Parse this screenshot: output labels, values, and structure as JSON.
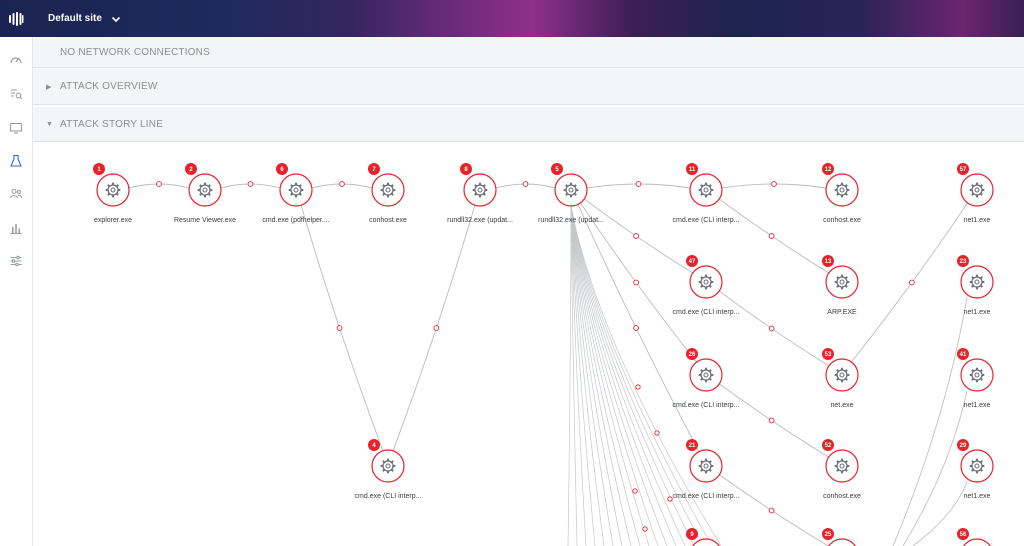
{
  "header": {
    "site_selector": "Default site",
    "colors": {
      "accent": "#e8222a"
    }
  },
  "sidebar": {
    "items": [
      {
        "icon": "gauge-icon"
      },
      {
        "icon": "search-list-icon"
      },
      {
        "icon": "monitor-icon"
      },
      {
        "icon": "flask-icon"
      },
      {
        "icon": "users-icon"
      },
      {
        "icon": "bar-chart-icon"
      },
      {
        "icon": "sliders-icon"
      }
    ]
  },
  "sections": {
    "network": "NO NETWORK CONNECTIONS",
    "overview": "ATTACK OVERVIEW",
    "storyline": "ATTACK STORY LINE"
  },
  "graph": {
    "nodes": [
      {
        "id": "n1",
        "badge": "1",
        "label": "explorer.exe"
      },
      {
        "id": "n2",
        "badge": "2",
        "label": "Resume Viewer.exe"
      },
      {
        "id": "n6",
        "badge": "6",
        "label": "cmd.exe (pdfhelper...."
      },
      {
        "id": "n7",
        "badge": "7",
        "label": "conhost.exe"
      },
      {
        "id": "n8",
        "badge": "8",
        "label": "rundll32.exe (updat..."
      },
      {
        "id": "n5",
        "badge": "5",
        "label": "rundll32.exe (updat..."
      },
      {
        "id": "n11",
        "badge": "11",
        "label": "cmd.exe (CLI interp..."
      },
      {
        "id": "n12",
        "badge": "12",
        "label": "conhost.exe"
      },
      {
        "id": "n57",
        "badge": "57",
        "label": "net1.exe"
      },
      {
        "id": "n47",
        "badge": "47",
        "label": "cmd.exe (CLI interp..."
      },
      {
        "id": "n13",
        "badge": "13",
        "label": "ARP.EXE"
      },
      {
        "id": "n23",
        "badge": "23",
        "label": "net1.exe"
      },
      {
        "id": "n26",
        "badge": "26",
        "label": "cmd.exe (CLI interp..."
      },
      {
        "id": "n53",
        "badge": "53",
        "label": "net.exe"
      },
      {
        "id": "n41",
        "badge": "41",
        "label": "net1.exe"
      },
      {
        "id": "n4",
        "badge": "4",
        "label": "cmd.exe (CLI interp..."
      },
      {
        "id": "n21",
        "badge": "21",
        "label": "cmd.exe (CLI interp..."
      },
      {
        "id": "n52",
        "badge": "52",
        "label": "conhost.exe"
      },
      {
        "id": "n29",
        "badge": "29",
        "label": "net1.exe"
      },
      {
        "id": "n9",
        "badge": "9",
        "label": ""
      },
      {
        "id": "n25",
        "badge": "25",
        "label": ""
      },
      {
        "id": "n56",
        "badge": "56",
        "label": ""
      }
    ],
    "edges": [
      [
        "n1",
        "n2"
      ],
      [
        "n2",
        "n6"
      ],
      [
        "n6",
        "n7"
      ],
      [
        "n6",
        "n4"
      ],
      [
        "n4",
        "n8"
      ],
      [
        "n8",
        "n5"
      ],
      [
        "n5",
        "n11"
      ],
      [
        "n11",
        "n12"
      ],
      [
        "n11",
        "n13"
      ],
      [
        "n5",
        "n47"
      ],
      [
        "n47",
        "n53"
      ],
      [
        "n26",
        "n52"
      ],
      [
        "n53",
        "n57"
      ],
      [
        "n21",
        "n25"
      ],
      [
        "n5",
        "n26"
      ],
      [
        "n5",
        "n21"
      ]
    ]
  }
}
